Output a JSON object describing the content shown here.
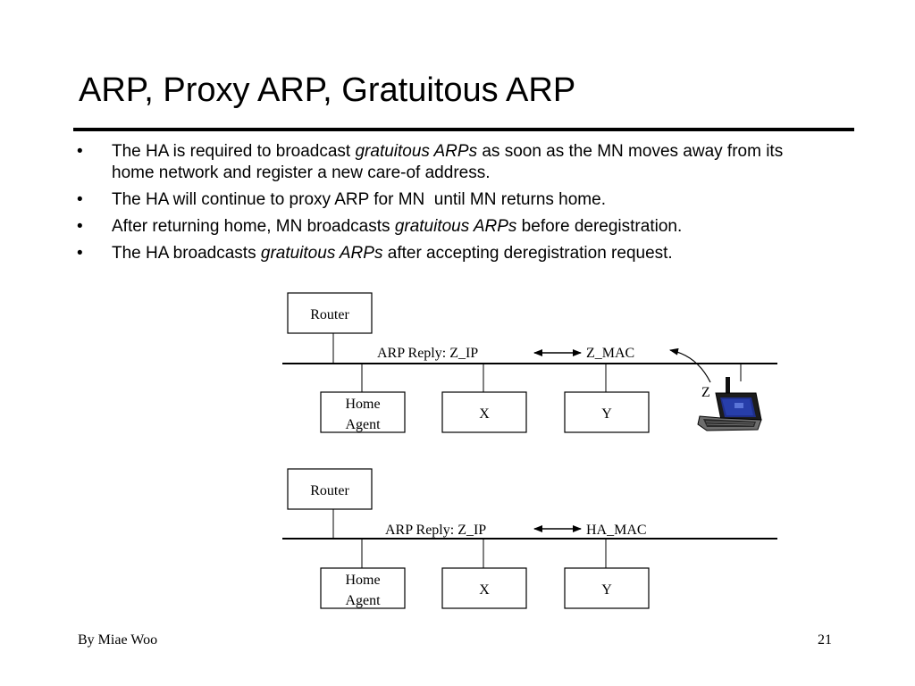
{
  "slide": {
    "title": "ARP, Proxy ARP, Gratuitous ARP",
    "bullets": [
      {
        "pre": "The HA is required to broadcast ",
        "em": "gratuitous ARPs",
        "post": " as soon as the MN moves away from its home network and register a new care-of address."
      },
      {
        "pre": "The HA will continue to proxy ARP for MN  until MN returns home.",
        "em": "",
        "post": ""
      },
      {
        "pre": "After returning home, MN broadcasts ",
        "em": "gratuitous ARPs",
        "post": " before deregistration."
      },
      {
        "pre": "The HA broadcasts ",
        "em": "gratuitous ARPs",
        "post": " after accepting deregistration request."
      }
    ],
    "bullet_marker": "•"
  },
  "diagram_top": {
    "router": "Router",
    "arp_left": "ARP Reply: Z_IP",
    "arp_right": "Z_MAC",
    "home_agent_line1": "Home",
    "home_agent_line2": "Agent",
    "host_x": "X",
    "host_y": "Y",
    "mobile_label": "Z"
  },
  "diagram_bottom": {
    "router": "Router",
    "arp_left": "ARP Reply: Z_IP",
    "arp_right": "HA_MAC",
    "home_agent_line1": "Home",
    "home_agent_line2": "Agent",
    "host_x": "X",
    "host_y": "Y"
  },
  "footer": {
    "author": "By Miae Woo",
    "page": "21"
  }
}
